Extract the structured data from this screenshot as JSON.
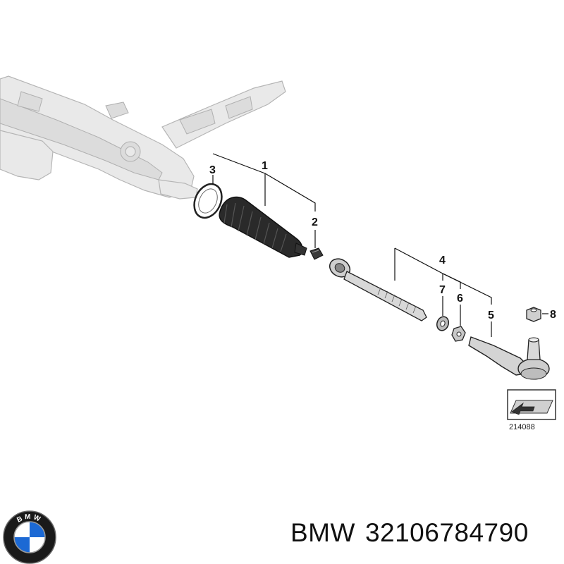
{
  "callouts": {
    "c1": "1",
    "c2": "2",
    "c3": "3",
    "c4": "4",
    "c5": "5",
    "c6": "6",
    "c7": "7",
    "c8": "8"
  },
  "figure_number": "214088",
  "caption": {
    "brand": "BMW",
    "part_number": "32106784790"
  },
  "logo": {
    "text": "BMW",
    "colors": {
      "blue": "#1c69d4",
      "white": "#ffffff",
      "ring": "#1a1a1a"
    }
  }
}
